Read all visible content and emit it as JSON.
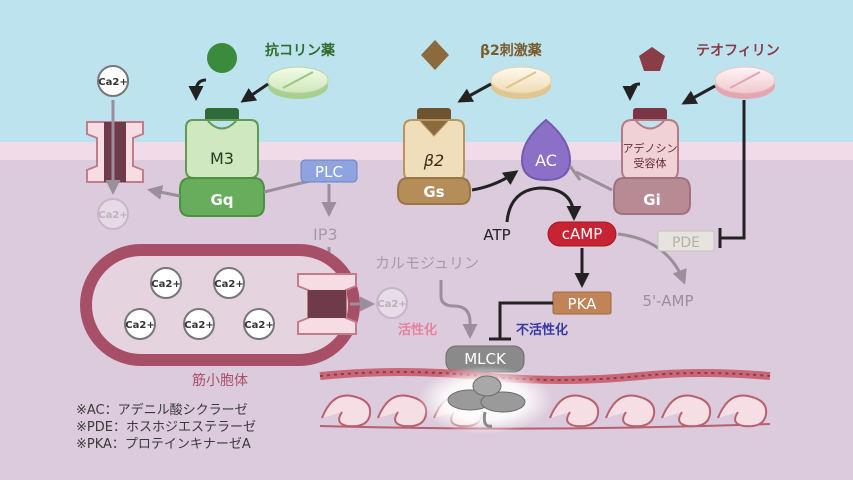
{
  "drugs": {
    "anticholinergic": "抗コリン薬",
    "beta2_agonist": "β2刺激薬",
    "theophylline": "テオフィリン"
  },
  "receptors": {
    "m3": "M3",
    "beta2": "β2",
    "adenosine_line1": "アデノシン",
    "adenosine_line2": "受容体"
  },
  "g_proteins": {
    "gq": "Gq",
    "gs": "Gs",
    "gi": "Gi"
  },
  "enzymes": {
    "plc": "PLC",
    "ac": "AC",
    "pde": "PDE",
    "pka": "PKA",
    "mlck": "MLCK"
  },
  "molecules": {
    "ip3": "IP3",
    "atp": "ATP",
    "camp": "cAMP",
    "amp": "5'-AMP",
    "calmodulin": "カルモジュリン",
    "ca": "Ca2+"
  },
  "labels": {
    "activation": "活性化",
    "inactivation": "不活性化",
    "sarcoplasmic_reticulum": "筋小胞体"
  },
  "notes": [
    "※AC：アデニル酸シクラーゼ",
    "※PDE：ホスホジエステラーゼ",
    "※PKA：プロテインキナーゼA"
  ],
  "colors": {
    "sky": "#bde3ef",
    "cytoplasm": "#dccbdc",
    "membrane": "#f1dbe9",
    "m3_green": "#7dbb6b",
    "gs_tan": "#b58d58",
    "gi_rose": "#b88b94",
    "ac_purple": "#8c6fc7",
    "camp_red": "#c82332",
    "pka_brown": "#c08456",
    "mlck_gray": "#8a8a8a",
    "sr_rose": "#a84f68"
  }
}
